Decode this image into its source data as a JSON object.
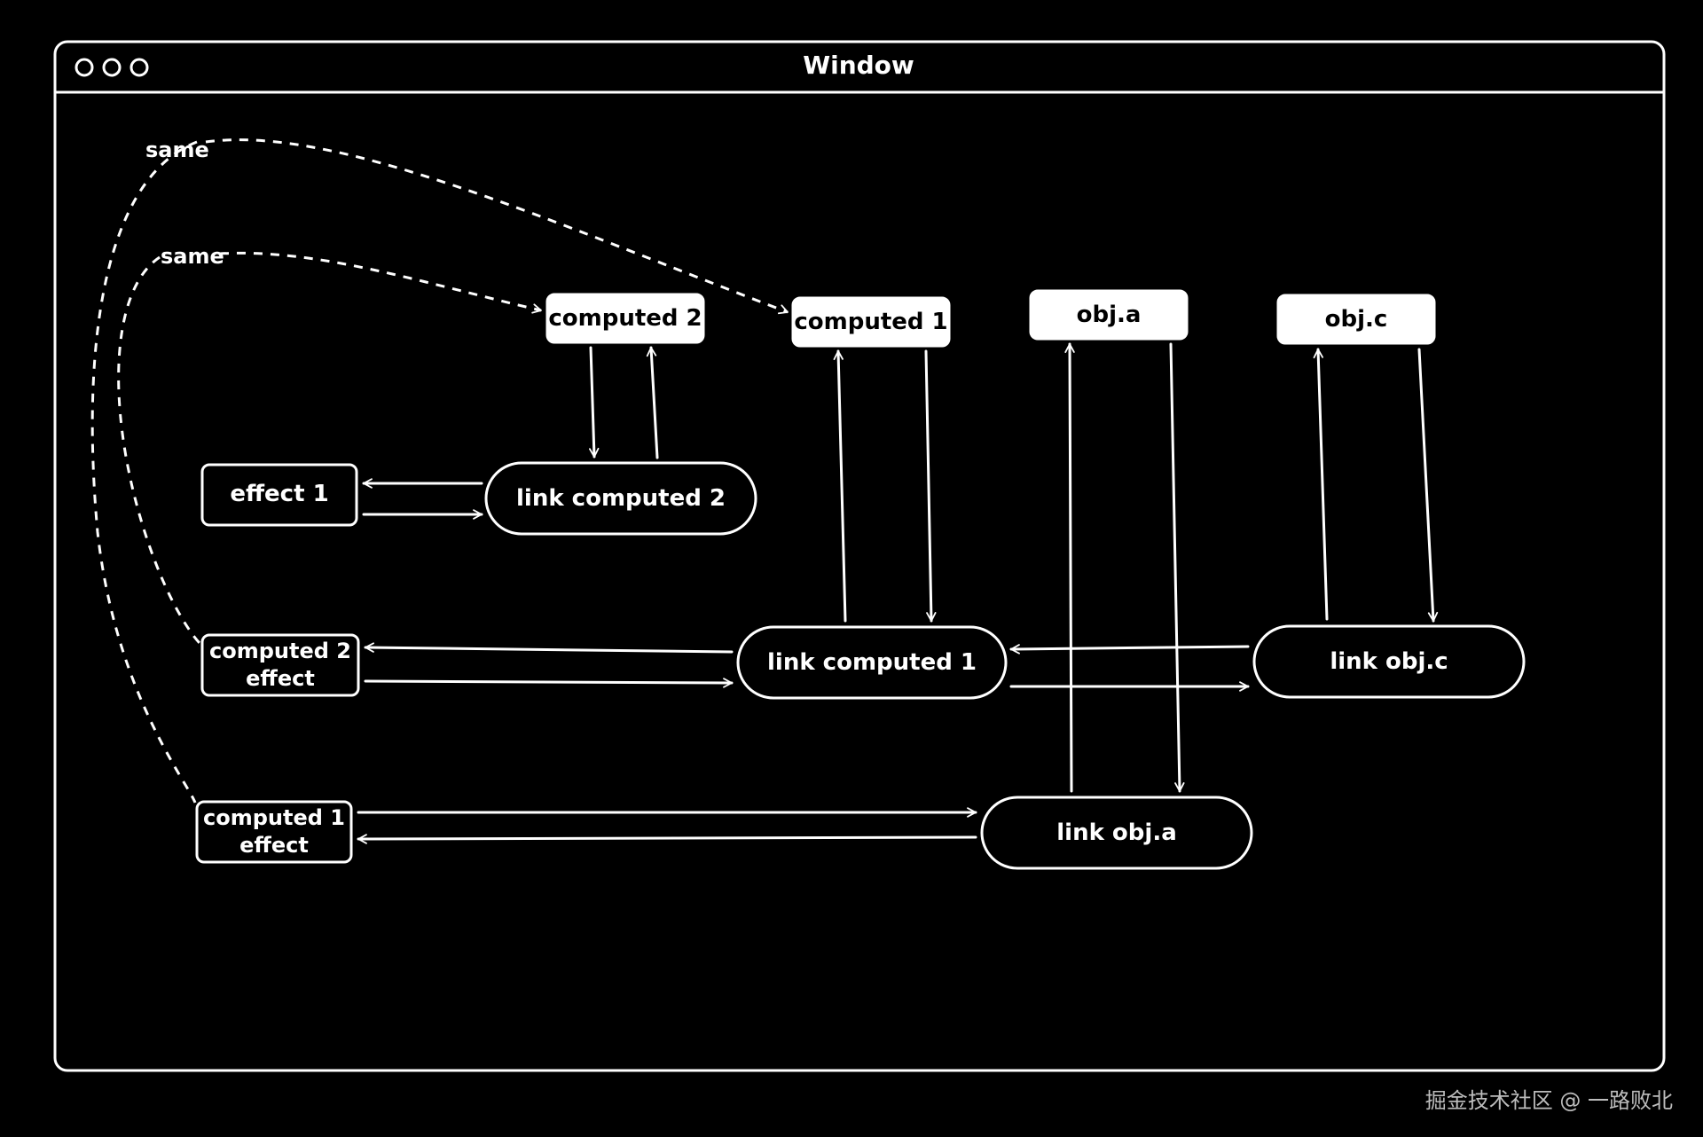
{
  "window": {
    "title": "Window"
  },
  "nodes": {
    "computed2_top": "computed 2",
    "computed1_top": "computed 1",
    "obj_a": "obj.a",
    "obj_c": "obj.c",
    "effect1": "effect 1",
    "link_computed2": "link computed 2",
    "link_computed1": "link computed 1",
    "link_obj_c": "link obj.c",
    "link_obj_a": "link obj.a",
    "computed2_effect_line1": "computed 2",
    "computed2_effect_line2": "effect",
    "computed1_effect_line1": "computed 1",
    "computed1_effect_line2": "effect"
  },
  "annotations": {
    "same_top": "same",
    "same_bottom": "same"
  },
  "watermark": "掘金技术社区 @ 一路败北",
  "colors": {
    "background": "#000000",
    "stroke": "#ffffff",
    "watermark": "#bdbdbd"
  }
}
